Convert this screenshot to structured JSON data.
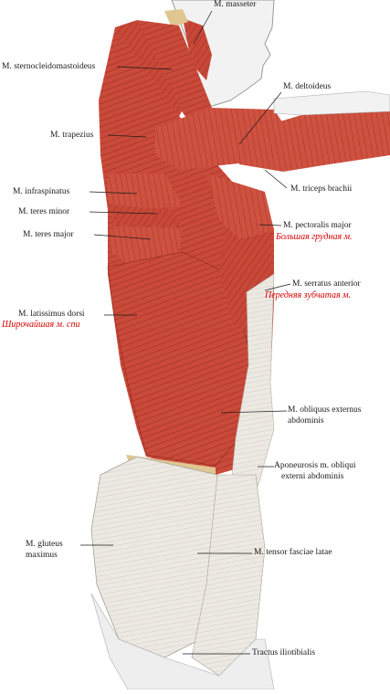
{
  "labels": {
    "masseter": "M. masseter",
    "sternocleidomastoideus": "M. sternocleidomastoideus",
    "deltoideus": "M. deltoideus",
    "trapezius": "M. trapezius",
    "triceps_brachii": "M. triceps brachii",
    "infraspinatus": "M. infraspinatus",
    "teres_minor": "M. teres minor",
    "teres_major": "M. teres major",
    "pectoralis_major": "M. pectoralis major",
    "pectoralis_major_ru": "Большая грудная м.",
    "serratus_anterior": "M. serratus anterior",
    "serratus_anterior_ru": "Передняя зубчатая м.",
    "latissimus_dorsi": "M. latissimus dorsi",
    "latissimus_dorsi_ru": "Широчайшая м. спи",
    "obliquus_externus_1": "M. obliquus externus",
    "obliquus_externus_2": "abdominis",
    "aponeurosis_1": "Aponeurosis m. obliqui",
    "aponeurosis_2": "externi abdominis",
    "gluteus_maximus_1": "M. gluteus",
    "gluteus_maximus_2": "maximus",
    "tensor_fasciae_latae": "M. tensor fasciae latae",
    "tractus_iliotibialis": "Tractus iliotibialis"
  },
  "colors": {
    "muscle": "#c94a3a",
    "muscle_dark": "#a8352a",
    "muscle_light": "#e27a64",
    "skin": "#f1f1f1",
    "fascia": "#e9e6df",
    "tendon": "#e0c690",
    "russian_label": "#d40000"
  }
}
